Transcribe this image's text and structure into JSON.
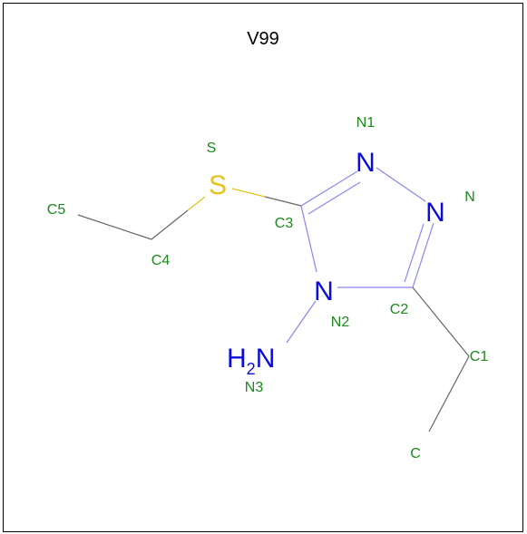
{
  "title": "V99",
  "colors": {
    "nitrogen": "#0b0bdc",
    "sulfur": "#e6c21a",
    "carbon_bond": "#666666",
    "nitrogen_bond": "#8888ee",
    "sulfur_bond": "#e6c21a",
    "label": "#1a8a1a",
    "frame": "#000000"
  },
  "atoms": {
    "N1": "N",
    "N": "N",
    "N2": "N",
    "S": "S",
    "N3_H": "H",
    "N3_sub": "2",
    "N3_N": "N"
  },
  "labels": {
    "N1": "N1",
    "N": "N",
    "S": "S",
    "C3": "C3",
    "C5": "C5",
    "C4": "C4",
    "N2": "N2",
    "C2": "C2",
    "C1": "C1",
    "N3": "N3",
    "C": "C"
  }
}
